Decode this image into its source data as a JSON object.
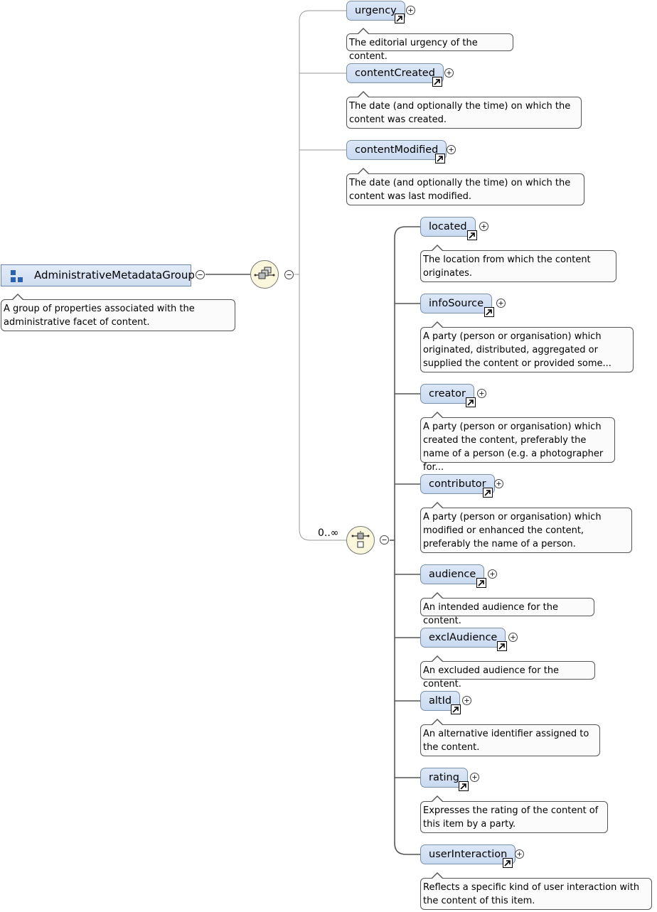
{
  "group": {
    "name": "AdministrativeMetadataGroup",
    "doc": "A group of properties associated with the administrative facet of content."
  },
  "sequence": {
    "occurrence": "0..∞"
  },
  "elements": [
    {
      "id": "urgency",
      "name": "urgency",
      "doc": "The editorial urgency of the content."
    },
    {
      "id": "contentCreated",
      "name": "contentCreated",
      "doc": "The date (and optionally the time) on which the content was created."
    },
    {
      "id": "contentModified",
      "name": "contentModified",
      "doc": "The date (and optionally the time) on which the content was last modified."
    }
  ],
  "choice_elements": [
    {
      "id": "located",
      "name": "located",
      "doc": "The location from which the content originates."
    },
    {
      "id": "infoSource",
      "name": "infoSource",
      "doc": "A party (person or organisation) which originated, distributed, aggregated or supplied the content or provided some..."
    },
    {
      "id": "creator",
      "name": "creator",
      "doc": "A party (person or organisation) which created the content, preferably the name of a person (e.g. a photographer for..."
    },
    {
      "id": "contributor",
      "name": "contributor",
      "doc": "A party (person or organisation) which modified or enhanced the content, preferably the name of a person."
    },
    {
      "id": "audience",
      "name": "audience",
      "doc": "An intended audience for the content."
    },
    {
      "id": "exclAudience",
      "name": "exclAudience",
      "doc": "An excluded audience for the content."
    },
    {
      "id": "altId",
      "name": "altId",
      "doc": "An alternative identifier assigned to the content."
    },
    {
      "id": "rating",
      "name": "rating",
      "doc": "Expresses the rating of the content of this item by a party."
    },
    {
      "id": "userInteraction",
      "name": "userInteraction",
      "doc": "Reflects a specific kind of user interaction with the content of this item."
    }
  ],
  "colors": {
    "element_fill": "#cfdcf1",
    "compositor_fill": "#fbf7dc",
    "group_icon": "#2b62b0"
  },
  "icons": {
    "group": "group-icon",
    "reference": "reference-arrow-icon",
    "expand": "plus-circle-icon",
    "collapse": "minus-circle-icon",
    "sequence": "sequence-compositor-icon",
    "choice": "choice-compositor-icon"
  }
}
